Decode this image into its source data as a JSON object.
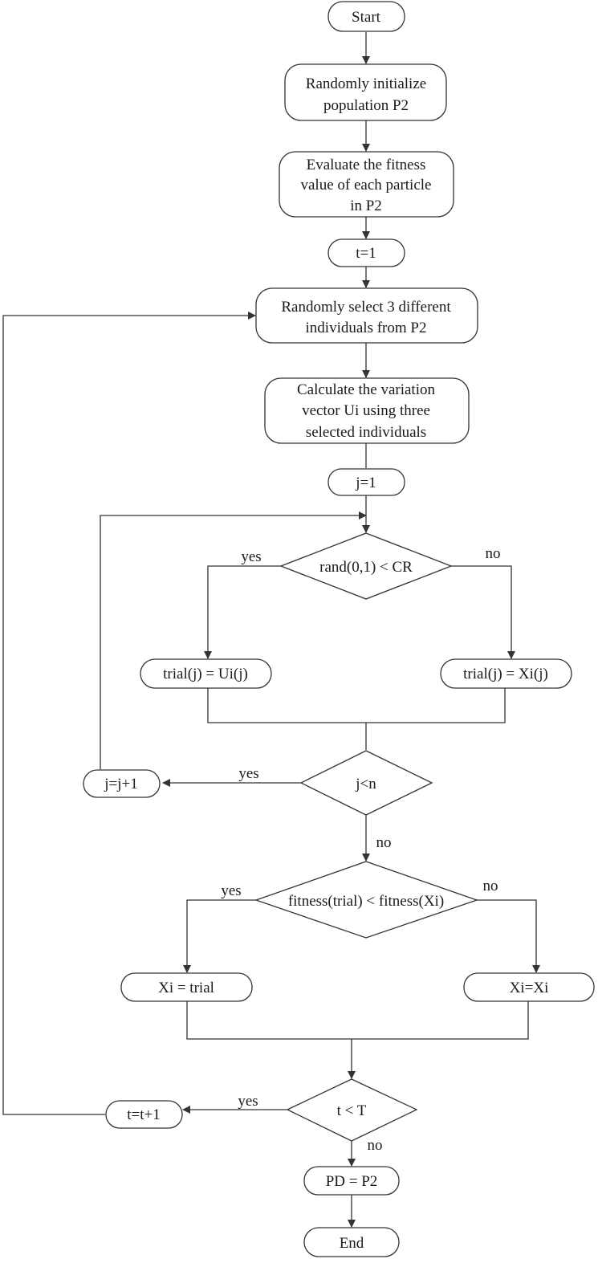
{
  "nodes": {
    "start": "Start",
    "init": [
      "Randomly initialize",
      "population P2"
    ],
    "evaluate": [
      "Evaluate the fitness",
      "value of each particle",
      "in P2"
    ],
    "t_init": "t=1",
    "select": [
      "Randomly select 3 different",
      "individuals from P2"
    ],
    "calc": [
      "Calculate the variation",
      "vector Ui using three",
      "selected individuals"
    ],
    "j_init": "j=1",
    "cond_cr": "rand(0,1) < CR",
    "trial_u": "trial(j) = Ui(j)",
    "trial_x": "trial(j) = Xi(j)",
    "cond_jn": "j<n",
    "j_inc": "j=j+1",
    "cond_fit": "fitness(trial) < fitness(Xi)",
    "xi_trial": "Xi = trial",
    "xi_xi": "Xi=Xi",
    "cond_t": "t < T",
    "t_inc": "t=t+1",
    "pd": "PD = P2",
    "end": "End"
  },
  "edge_labels": {
    "cr_yes": "yes",
    "cr_no": "no",
    "jn_yes": "yes",
    "jn_no": "no",
    "fit_yes": "yes",
    "fit_no": "no",
    "t_yes": "yes",
    "t_no": "no"
  }
}
